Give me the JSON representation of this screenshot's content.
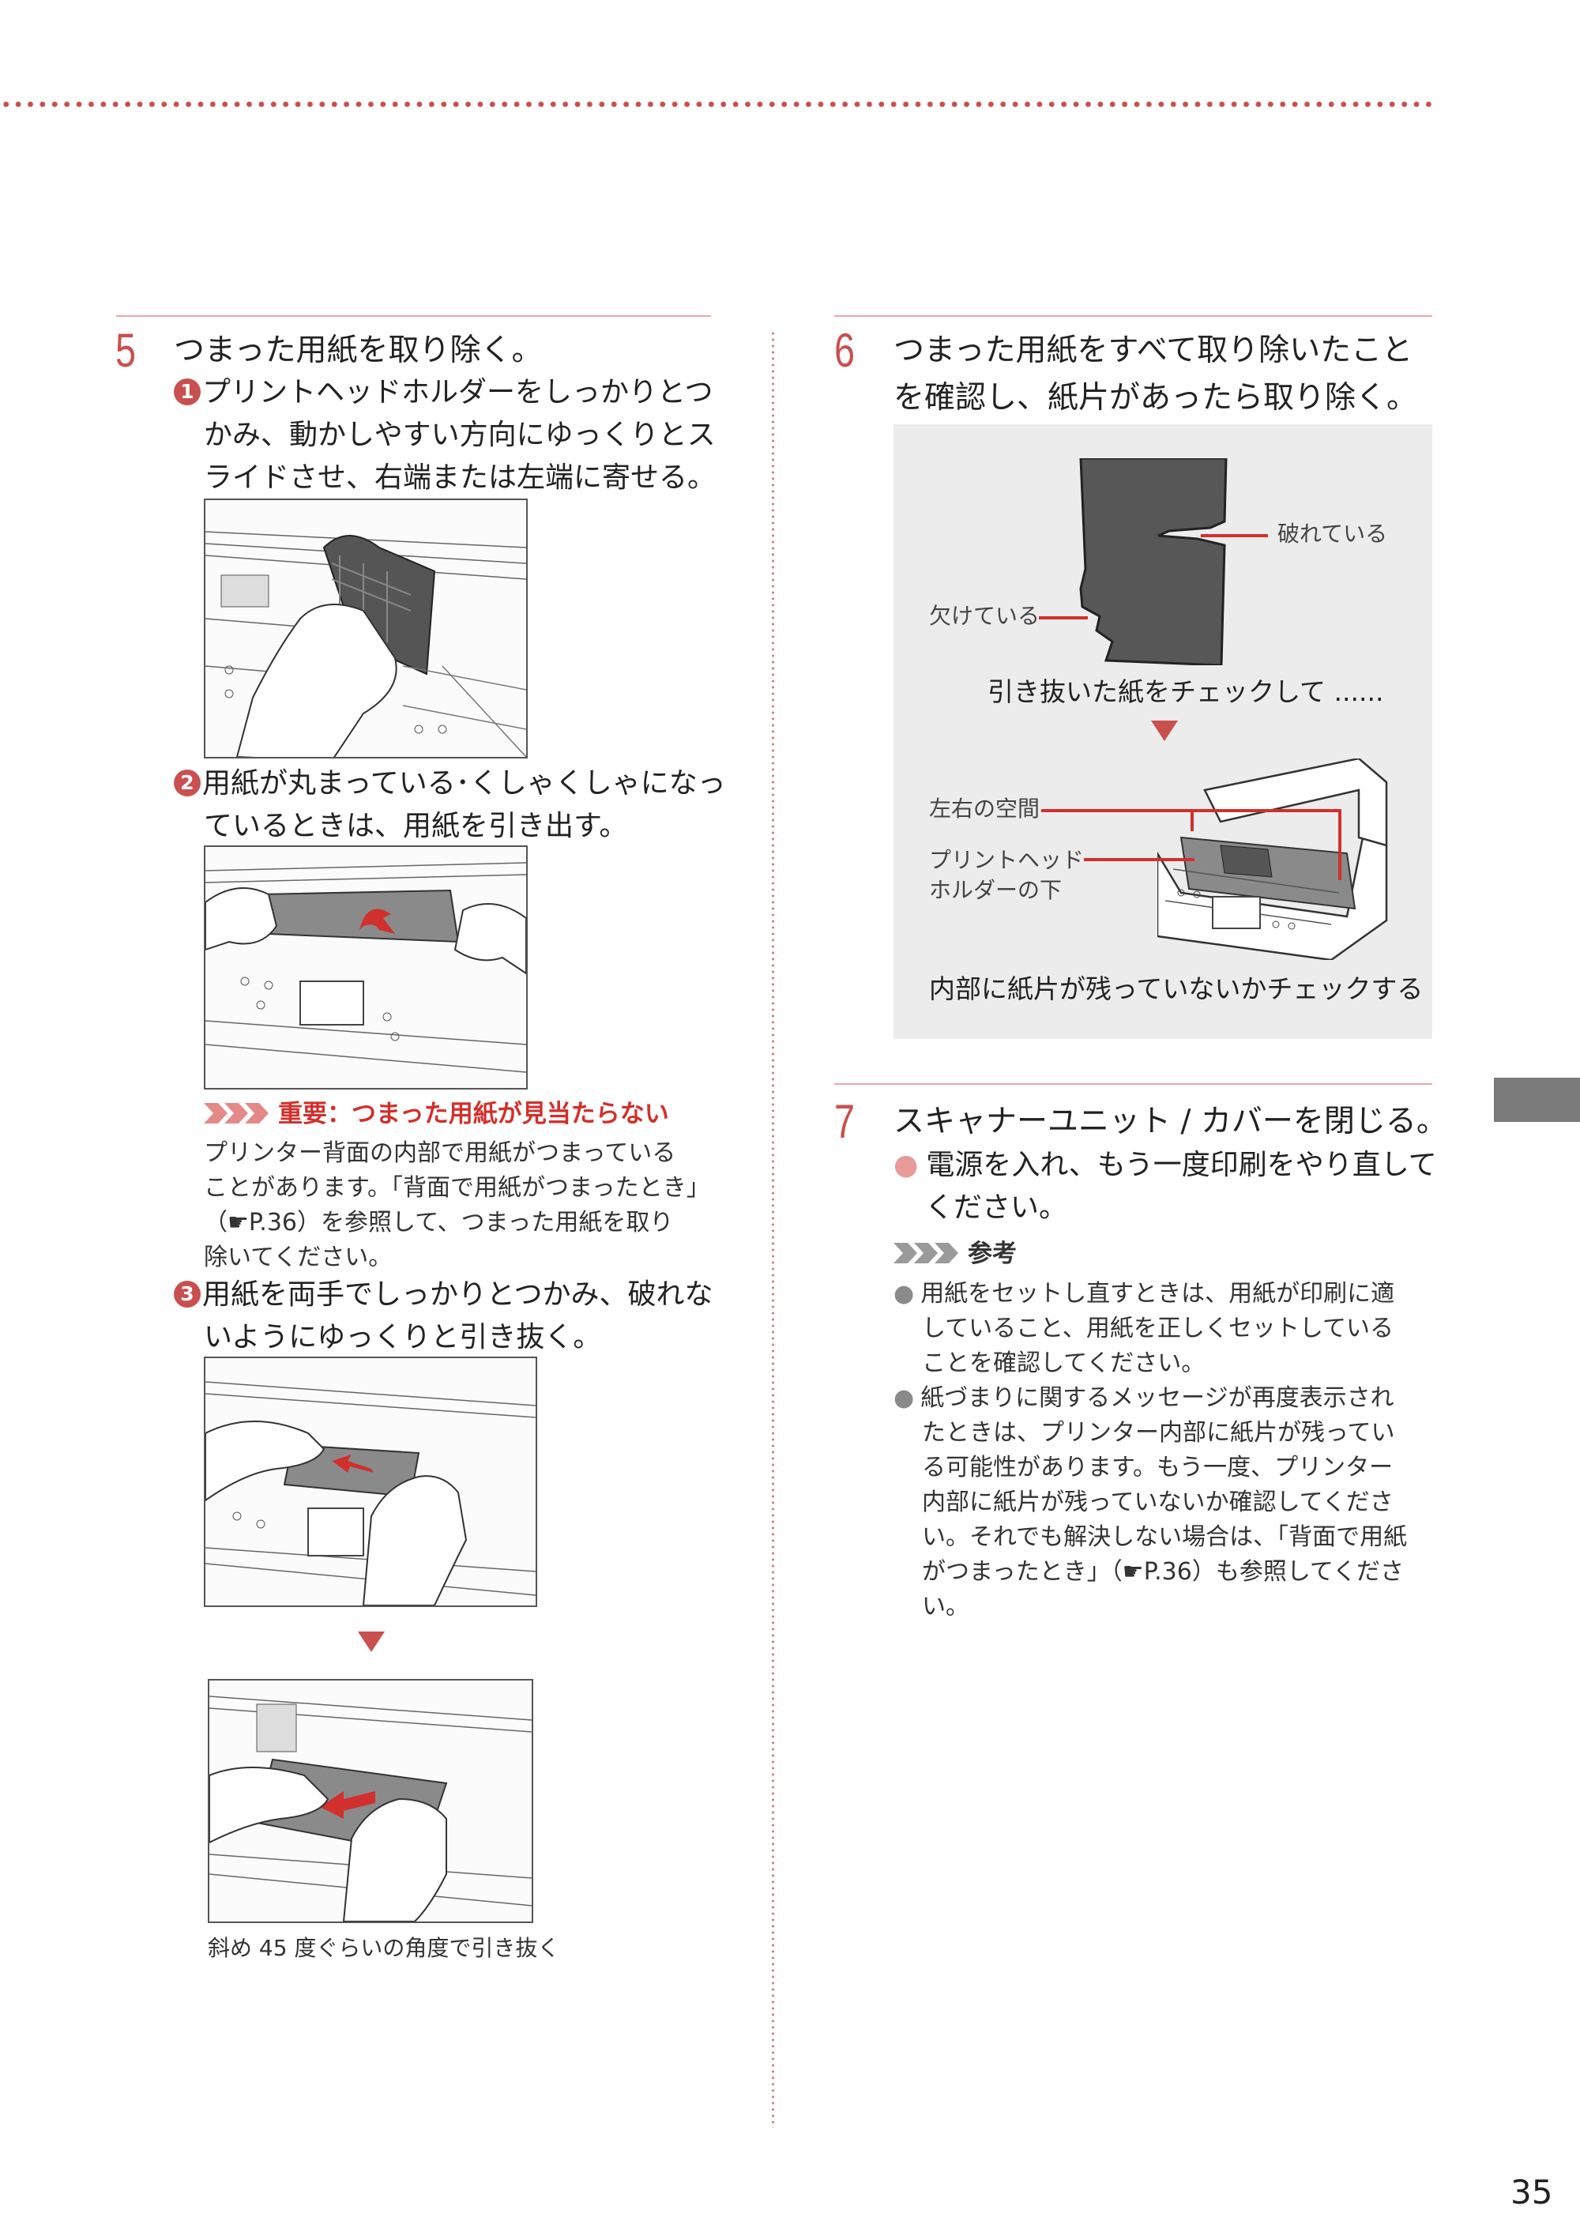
{
  "page_number": "35",
  "step5": {
    "number": "5",
    "title": "つまった用紙を取り除く。",
    "sub1": {
      "num": "1",
      "lines": [
        "プリントヘッドホルダーをしっかりとつ",
        "かみ、動かしやすい方向にゆっくりとス",
        "ライドさせ、右端または左端に寄せる。"
      ]
    },
    "sub2": {
      "num": "2",
      "lines": [
        "用紙が丸まっている･くしゃくしゃになっ",
        "ているときは、用紙を引き出す。"
      ]
    },
    "important": {
      "title": "重要：つまった用紙が見当たらない",
      "lines": [
        "プリンター背面の内部で用紙がつまっている",
        "ことがあります。｢背面で用紙がつまったとき｣",
        "（☛P.36）を参照して、つまった用紙を取り",
        "除いてください。"
      ]
    },
    "sub3": {
      "num": "3",
      "lines": [
        "用紙を両手でしっかりとつかみ、破れな",
        "いようにゆっくりと引き抜く。"
      ]
    },
    "caption": "斜め 45 度ぐらいの角度で引き抜く"
  },
  "step6": {
    "number": "6",
    "title_lines": [
      "つまった用紙をすべて取り除いたこと",
      "を確認し、紙片があったら取り除く。"
    ],
    "label_torn": "破れている",
    "label_chipped": "欠けている",
    "check_caption": "引き抜いた紙をチェックして ......",
    "label_gaps": "左右の空間",
    "label_under_lines": [
      "プリントヘッド",
      "ホルダーの下"
    ],
    "inside_caption": "内部に紙片が残っていないかチェックする"
  },
  "step7": {
    "number": "7",
    "title": "スキャナーユニット / カバーを閉じる。",
    "bullet_lines": [
      "電源を入れ、もう一度印刷をやり直して",
      "ください。"
    ],
    "note": {
      "title": "参考",
      "item1": [
        "用紙をセットし直すときは、用紙が印刷に適",
        "していること、用紙を正しくセットしている",
        "ことを確認してください。"
      ],
      "item2": [
        "紙づまりに関するメッセージが再度表示され",
        "たときは、プリンター内部に紙片が残ってい",
        "る可能性があります。もう一度、プリンター",
        "内部に紙片が残っていないか確認してくださ",
        "い。それでも解決しない場合は、｢背面で用紙",
        "がつまったとき｣（☛P.36）も参照してくださ",
        "い。"
      ]
    }
  },
  "colors": {
    "accent": "#c9504f",
    "important": "#d1302c",
    "box": "#ececec",
    "tab": "#7a7a7a"
  }
}
